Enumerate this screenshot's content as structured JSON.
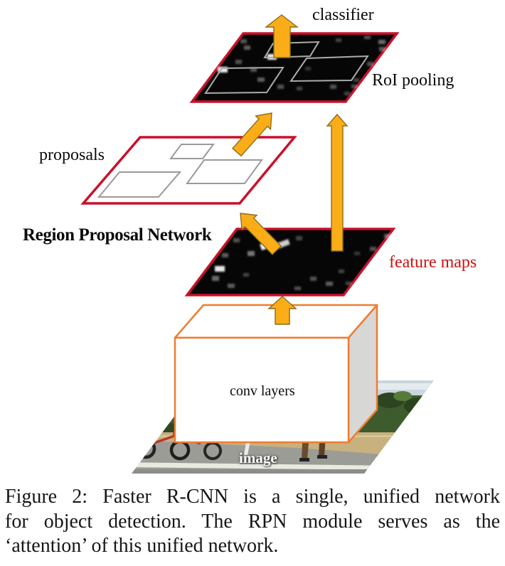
{
  "figure": {
    "labels": {
      "classifier": "classifier",
      "roi_pooling": "RoI pooling",
      "proposals": "proposals",
      "region_proposal_network": "Region Proposal Network",
      "feature_maps": "feature maps",
      "conv_layers": "conv layers",
      "image": "image"
    },
    "caption": {
      "line1": "Figure 2: Faster R-CNN is a single, unified network",
      "line2": "for object detection. The RPN module serves as the",
      "line3": "‘attention’ of this unified network."
    },
    "colors": {
      "plane_border_red": "#C9112A",
      "feature_maps_text_red": "#CC1111",
      "arrow_fill": "#FBAD18",
      "arrow_outline": "#8A6D1A",
      "conv_box_border_orange": "#ED7D31",
      "roi_box_outline_gray": "#ACACAC",
      "proposal_box_outline_gray": "#9A9A9A",
      "feature_map_fill_black": "#060606"
    }
  }
}
